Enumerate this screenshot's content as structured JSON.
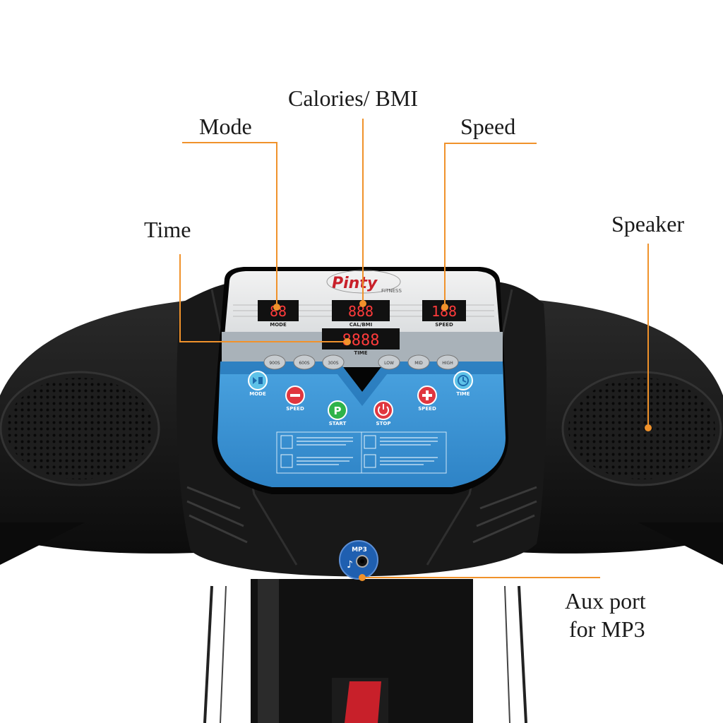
{
  "callouts": {
    "calories": "Calories/ BMI",
    "mode": "Mode",
    "speed": "Speed",
    "time": "Time",
    "speaker": "Speaker",
    "aux_line1": "Aux port",
    "aux_line2": "for MP3"
  },
  "console": {
    "brand": "Pinty",
    "brand_sub": "FITNESS",
    "display_labels": {
      "mode": "MODE",
      "cal": "CAL/BMI",
      "speed": "SPEED",
      "time": "TIME"
    },
    "display_values": {
      "mode": "88",
      "cal": "888",
      "speed": "188",
      "time": "8888"
    },
    "preset_buttons": [
      "900S",
      "600S",
      "300S",
      "LOW",
      "MID",
      "HIGH"
    ],
    "control_labels": {
      "mode": "MODE",
      "speed_down": "SPEED",
      "start": "START",
      "stop": "STOP",
      "speed_up": "SPEED",
      "time": "TIME"
    },
    "mp3_label": "MP3"
  },
  "colors": {
    "accent_orange": "#f0922b",
    "console_blue": "#3a8fd0",
    "led_red": "#ff3b3b",
    "body_black": "#141414"
  },
  "icons": {
    "mode": "play-pause-icon",
    "speed_down": "minus-icon",
    "start": "p-icon",
    "stop": "power-icon",
    "speed_up": "plus-icon",
    "time": "clock-icon",
    "mp3": "music-note-icon"
  }
}
